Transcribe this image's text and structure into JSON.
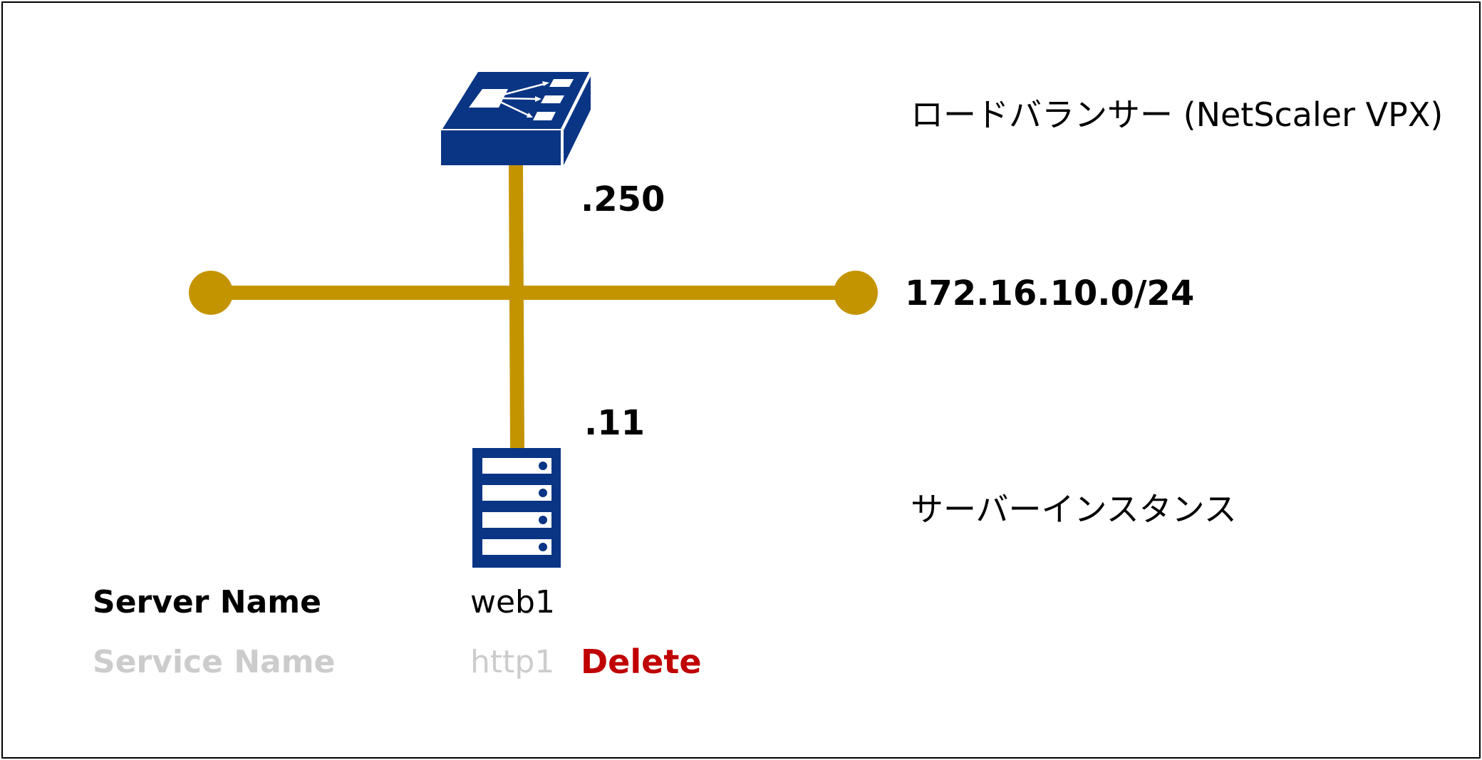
{
  "diagram": {
    "load_balancer": {
      "label": "ロードバランサー (NetScaler VPX)",
      "ip_suffix": ".250",
      "icon": "load-balancer-icon"
    },
    "network": {
      "label": "172.16.10.0/24"
    },
    "server": {
      "label": "サーバーインスタンス",
      "ip_suffix": ".11",
      "icon": "server-icon"
    },
    "details": {
      "server_name_label": "Server Name",
      "server_name_value": "web1",
      "service_name_label": "Service Name",
      "service_name_value": "http1",
      "delete_label": "Delete"
    },
    "colors": {
      "device": "#0a3585",
      "link": "#c49400",
      "delete": "#c00000",
      "disabled_text": "#cccccc"
    }
  }
}
